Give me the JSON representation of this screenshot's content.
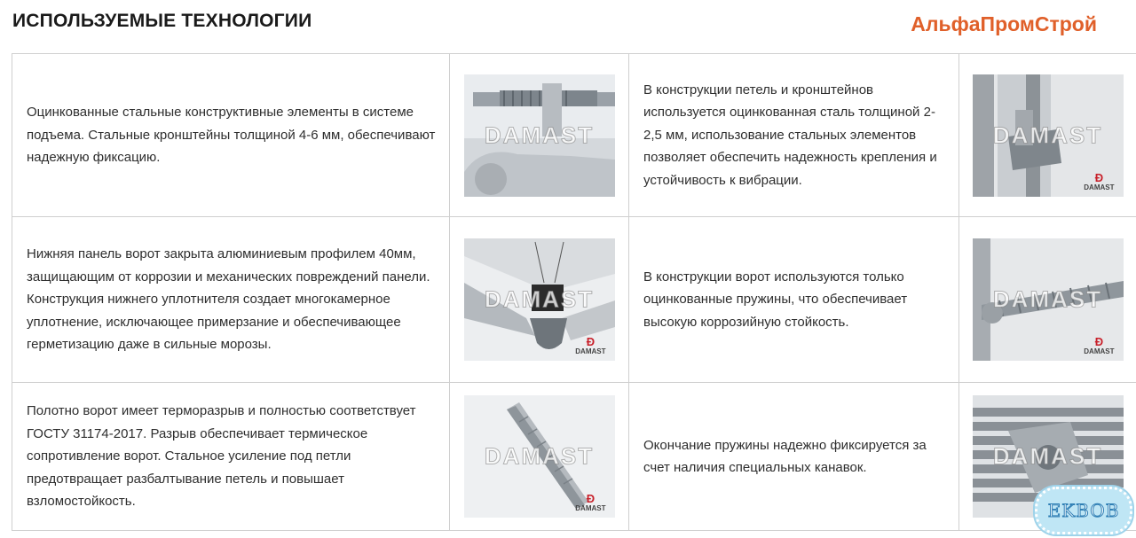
{
  "header": {
    "title": "ИСПОЛЬЗУЕМЫЕ ТЕХНОЛОГИИ",
    "brand": "АльфаПромСтрой"
  },
  "watermark": "DAMAST",
  "logo_text": "DAMAST",
  "badge": "EKBOB",
  "rows": [
    {
      "left_text": "Оцинкованные стальные конструктивные элементы в системе подъема. Стальные кронштейны толщиной 4-6 мм, обеспечивают надежную фиксацию.",
      "right_text": "В конструкции петель и кронштейнов используется оцинкованная сталь толщиной 2-2,5 мм, использование стальных элементов позволяет обеспечить надежность крепления и устойчивость к вибрации."
    },
    {
      "left_text": "Нижняя панель ворот закрыта алюминиевым профилем 40мм, защищающим от коррозии и механических повреждений панели. Конструкция нижнего уплотнителя создает многокамерное уплотнение, исключающее примерзание и обеспечивающее герметизацию даже в сильные морозы.",
      "right_text": "В конструкции ворот используются только оцинкованные пружины, что обеспечивает высокую коррозийную стойкость."
    },
    {
      "left_text": "Полотно ворот имеет терморазрыв и полностью соответствует ГОСТУ 31174-2017. Разрыв обеспечивает термическое сопротивление ворот. Стальное усиление под петли предотвращает разбалтывание петель и повышает взломостойкость.",
      "right_text": "Окончание пружины надежно фиксируется за счет наличия специальных канавок."
    }
  ]
}
